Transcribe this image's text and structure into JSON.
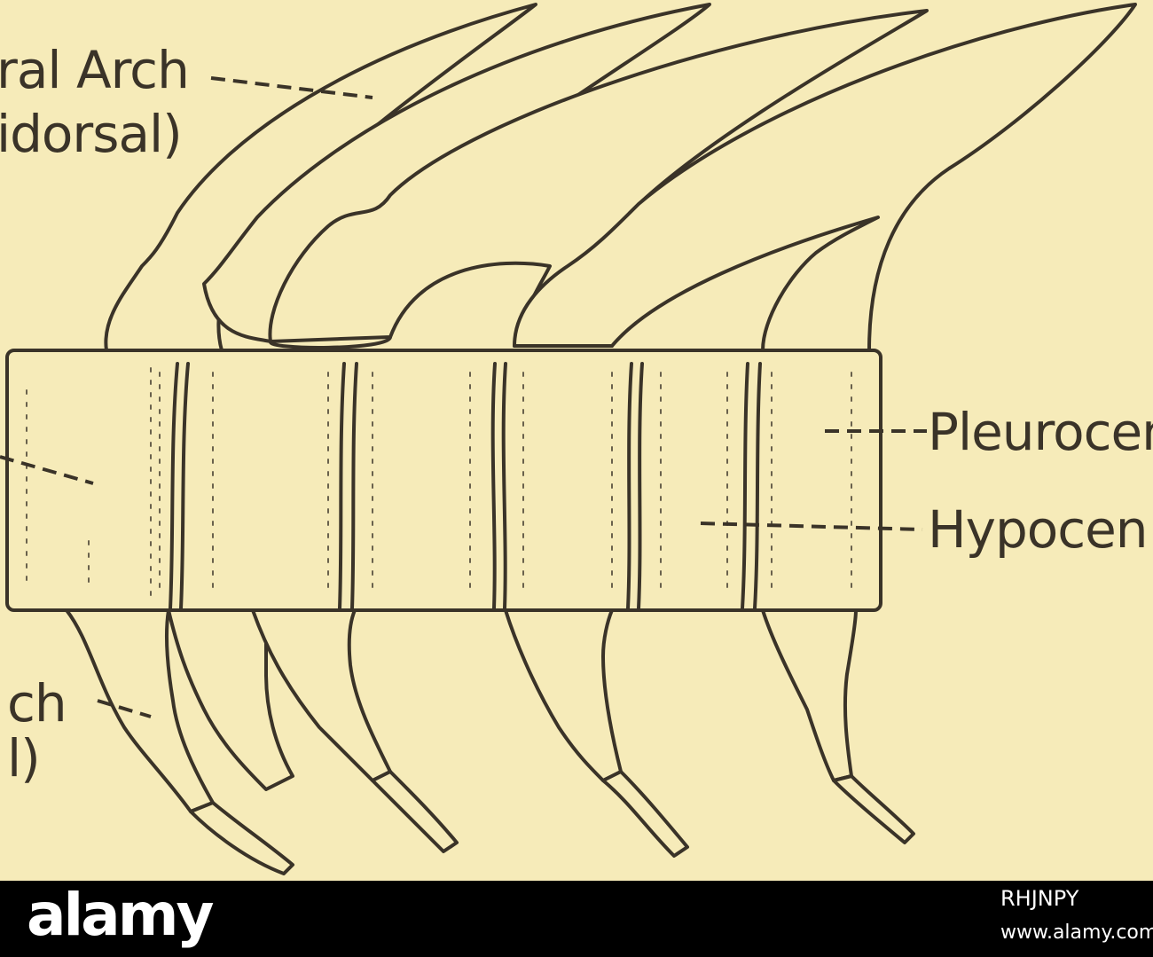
{
  "figure": {
    "labels": {
      "neural_arch_line1": "ral Arch",
      "neural_arch_line2": "idorsal)",
      "pleurocentrum": "Pleurocen",
      "hypocentrum": "Hypocen",
      "haemal_arch_line1": "ch",
      "haemal_arch_line2": "l)"
    }
  },
  "footer": {
    "logo_text": "alamy",
    "image_code": "RHJNPY",
    "website": "www.alamy.com"
  },
  "colors": {
    "paper": "#f6ebb9",
    "ink": "#3a3328",
    "footer_bg": "#000000",
    "footer_text": "#ffffff"
  }
}
